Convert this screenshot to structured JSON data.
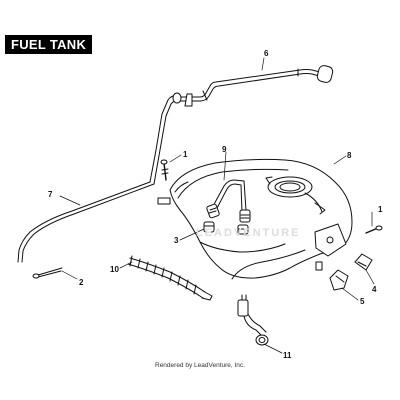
{
  "title": "FUEL TANK",
  "watermark": "LEADVENTURE",
  "footer": "Rendered by LeadVenture, Inc.",
  "callouts": {
    "c1a": "1",
    "c1b": "1",
    "c2": "2",
    "c3": "3",
    "c4": "4",
    "c5": "5",
    "c6": "6",
    "c7": "7",
    "c8": "8",
    "c9": "9",
    "c10": "10",
    "c11": "11"
  }
}
